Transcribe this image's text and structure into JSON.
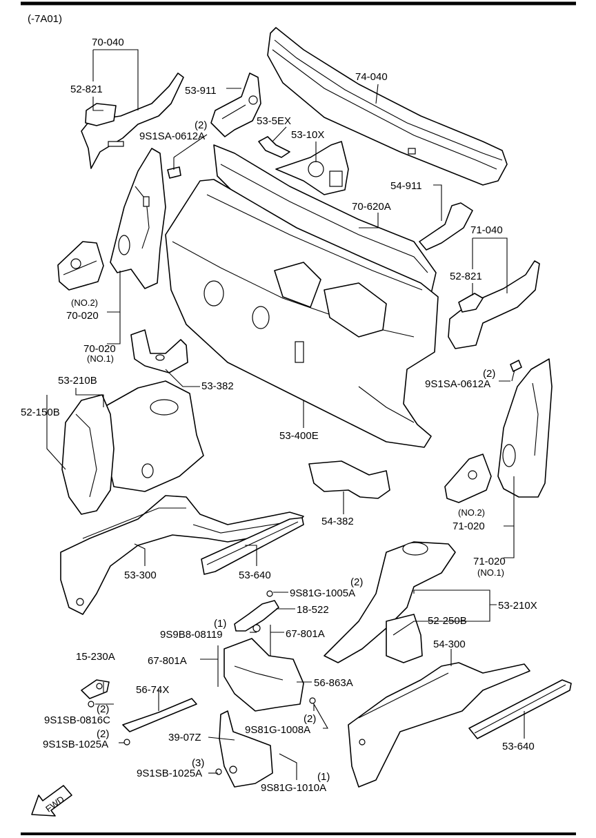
{
  "header": {
    "code": "(-7A01)"
  },
  "labels": {
    "p70040": "70-040",
    "p52821a": "52-821",
    "p53911": "53-911",
    "p74040": "74-040",
    "q2a": "(2)",
    "p9s1sa0612a_a": "9S1SA-0612A",
    "p535ex": "53-5EX",
    "p5310x": "53-10X",
    "p54911": "54-911",
    "p70620a": "70-620A",
    "p71040": "71-040",
    "p52821b": "52-821",
    "no2a": "(NO.2)",
    "p70020a": "70-020",
    "p70020b": "70-020",
    "no1a": "(NO.1)",
    "q2b": "(2)",
    "p9s1sa0612a_b": "9S1SA-0612A",
    "p53210b": "53-210B",
    "p52150b": "52-150B",
    "p53382": "53-382",
    "p53400e": "53-400E",
    "p54382": "54-382",
    "no2b": "(NO.2)",
    "p71020a": "71-020",
    "p71020b": "71-020",
    "no1b": "(NO.1)",
    "p53300": "53-300",
    "p53640a": "53-640",
    "q2c": "(2)",
    "p9s81g1005a": "9S81G-1005A",
    "p18522": "18-522",
    "p53210x": "53-210X",
    "p52250b": "52-250B",
    "q1a": "(1)",
    "p9s9b08119": "9S9B8-08119",
    "p67801a_r": "67-801A",
    "p15230a": "15-230A",
    "p67801a_l": "67-801A",
    "p54300": "54-300",
    "p56863a": "56-863A",
    "p5674x": "56-74X",
    "q2d": "(2)",
    "p9s1sb0816c": "9S1SB-0816C",
    "q2e": "(2)",
    "p9s1sb1025a_a": "9S1SB-1025A",
    "q2f": "(2)",
    "p9s81g1008a": "9S81G-1008A",
    "p3907z": "39-07Z",
    "p53640b": "53-640",
    "q3": "(3)",
    "p9s1sb1025a_b": "9S1SB-1025A",
    "q1b": "(1)",
    "p9s81g1010a": "9S81G-1010A",
    "fwd": "FWD"
  }
}
